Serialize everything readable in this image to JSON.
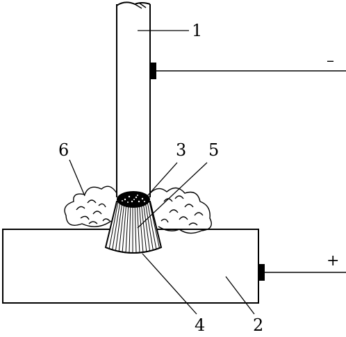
{
  "diagram": {
    "labels": {
      "electrode": "1",
      "workpiece": "2",
      "electrode_tip": "3",
      "weld_pool": "4",
      "arc": "5",
      "gas_shield": "6"
    },
    "polarity": {
      "negative": "–",
      "positive": "+"
    }
  }
}
